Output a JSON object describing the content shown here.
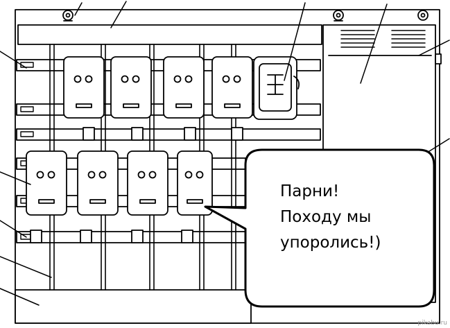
{
  "bubble": {
    "lines": [
      "Парни!",
      "Походу мы",
      "упоролись!)"
    ]
  },
  "watermark": "pikabu.ru",
  "colors": {
    "ink": "#000000",
    "paper": "#ffffff",
    "watermark": "#9a9a9a"
  }
}
